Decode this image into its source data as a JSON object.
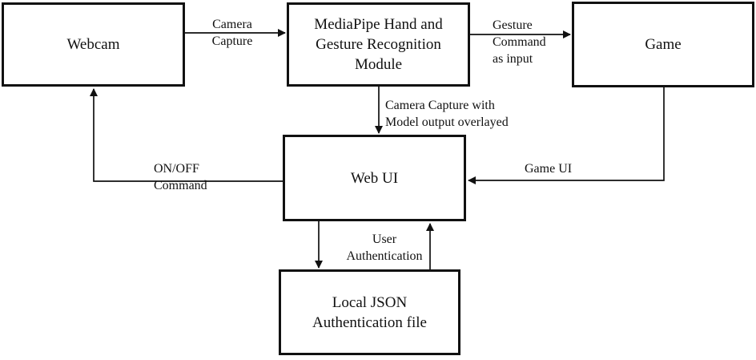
{
  "diagram_type": "block-flow-diagram",
  "colors": {
    "background": "#ffffff",
    "line": "#111111",
    "text": "#111111",
    "node_fill": "#ffffff"
  },
  "nodes": {
    "webcam": {
      "label": "Webcam"
    },
    "mediapipe": {
      "label": "MediaPipe Hand and\nGesture Recognition\nModule"
    },
    "game": {
      "label": "Game"
    },
    "web_ui": {
      "label": "Web UI"
    },
    "local_json": {
      "label": "Local JSON\nAuthentication file"
    }
  },
  "edges": {
    "webcam_to_mediapipe": {
      "from": "webcam",
      "to": "mediapipe",
      "label": "Camera\nCapture"
    },
    "mediapipe_to_game": {
      "from": "mediapipe",
      "to": "game",
      "label": "Gesture\nCommand\nas input"
    },
    "mediapipe_to_webui": {
      "from": "mediapipe",
      "to": "web_ui",
      "label": "Camera Capture with\nModel output overlayed"
    },
    "game_to_webui": {
      "from": "game",
      "to": "web_ui",
      "label": "Game UI"
    },
    "webui_to_webcam": {
      "from": "web_ui",
      "to": "webcam",
      "label": "ON/OFF\nCommand"
    },
    "webui_to_localjson": {
      "from": "web_ui",
      "to": "local_json",
      "label": "User\nAuthentication"
    },
    "localjson_to_webui": {
      "from": "local_json",
      "to": "web_ui",
      "label": ""
    }
  }
}
